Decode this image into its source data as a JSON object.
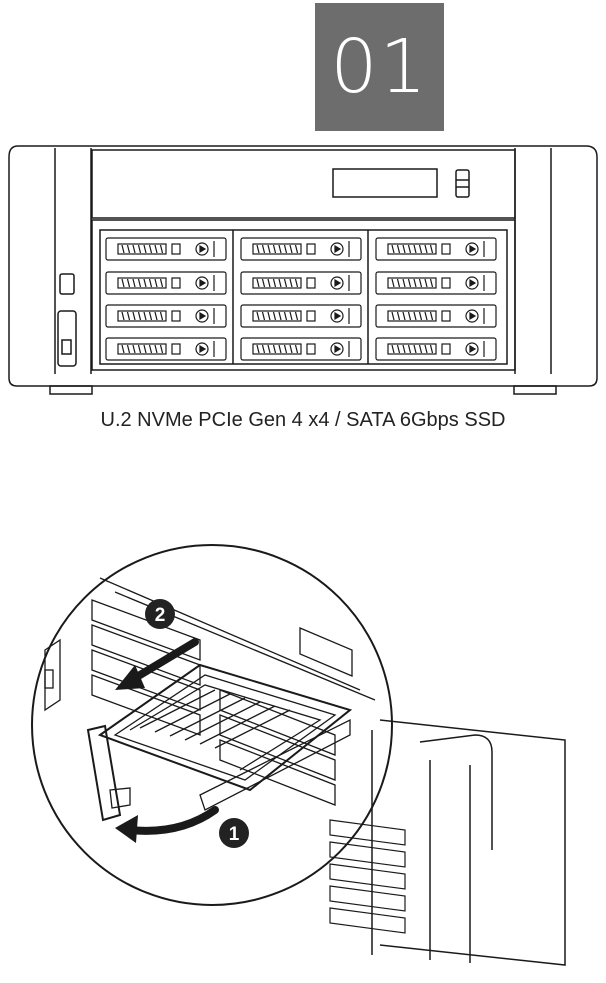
{
  "step": {
    "number": "01"
  },
  "caption": "U.2 NVMe PCIe Gen 4 x4 / SATA 6Gbps SSD",
  "callouts": [
    {
      "label": "1"
    },
    {
      "label": "2"
    }
  ],
  "colors": {
    "step_bg": "#6d6d6d",
    "line": "#1a1a1a",
    "callout_bg": "#222222"
  }
}
